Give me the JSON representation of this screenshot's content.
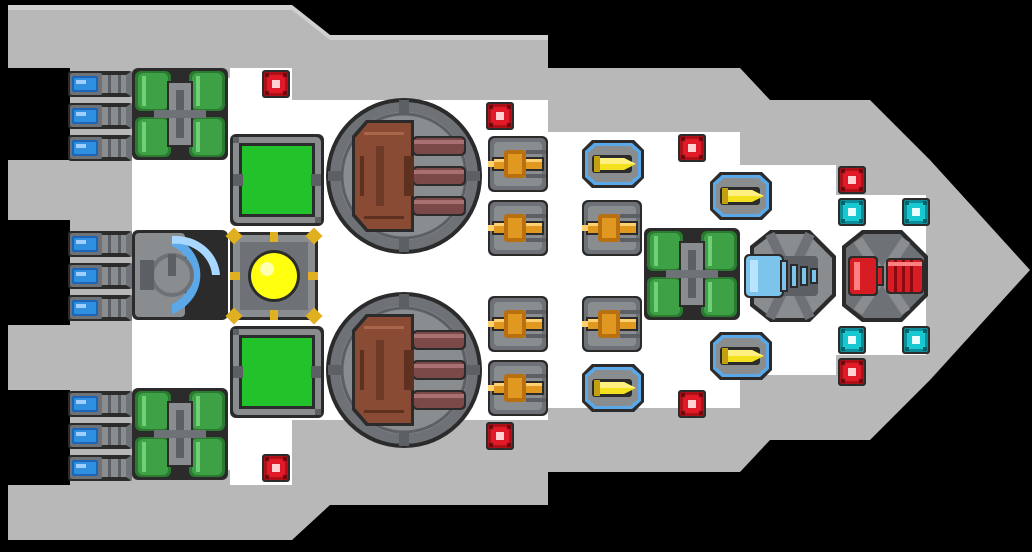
{
  "scene": {
    "view": "ship-builder-grid",
    "colors": {
      "background": "#000000",
      "hull": "#b8b8b8",
      "hull_shadow": "#8f8f8f",
      "floor": "#ffffff",
      "steel": "#8a8d90",
      "steel_dark": "#5c5f63",
      "outline": "#2b2b2b",
      "thruster_blue": "#2f8fe0",
      "tank_green": "#3fa146",
      "tank_green_dark": "#2a7a30",
      "panel_green": "#22c22a",
      "reactor_yellow": "#ffff10",
      "reactor_frame": "#e0b020",
      "turret_brown": "#8a4b34",
      "barrel_brown": "#7b4a48",
      "gun_orange": "#e09820",
      "missile_yellow": "#f5e020",
      "missile_blue": "#5aa8e8",
      "warning_red": "#e01a28",
      "armor_cyan": "#18c8d0",
      "laser_blue": "#7cc4ec",
      "laser_red": "#d81c24"
    }
  },
  "parts": {
    "thrusters": "thruster",
    "fuel_tank": "fuel-tank",
    "shield_generator": "shield-generator",
    "reactor": "reactor-core",
    "power_panel": "power-panel",
    "main_turret": "heavy-turret",
    "autocannon": "autocannon",
    "missile_pod": "missile-pod",
    "red_block": "red-block",
    "cyan_block": "cyan-block",
    "ion_laser": "ion-laser",
    "plasma_laser": "plasma-laser"
  }
}
